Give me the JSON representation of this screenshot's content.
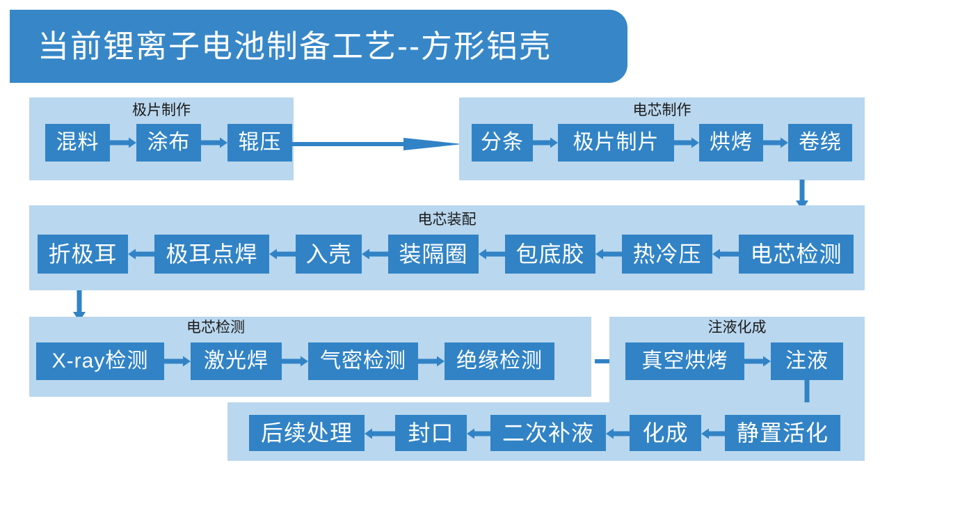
{
  "title": {
    "text": "当前锂离子电池制备工艺--方形铝壳",
    "background": "#3787C8",
    "color": "#FFFFFF"
  },
  "colors": {
    "panel": "#B9D7EE",
    "node": "#3183C6",
    "node_text": "#FFFFFF",
    "arrow": "#3183C6",
    "label_text": "#1A1A1A",
    "page_background": "#FFFFFF"
  },
  "groups": [
    {
      "id": "electrode-fabrication",
      "label": "极片制作",
      "nodes": [
        "混料",
        "涂布",
        "辊压"
      ]
    },
    {
      "id": "cell-fabrication",
      "label": "电芯制作",
      "nodes": [
        "分条",
        "极片制片",
        "烘烤",
        "卷绕"
      ]
    },
    {
      "id": "cell-assembly",
      "label": "电芯装配",
      "nodes": [
        "折极耳",
        "极耳点焊",
        "入壳",
        "装隔圈",
        "包底胶",
        "热冷压",
        "电芯检测"
      ]
    },
    {
      "id": "cell-inspection",
      "label": "电芯检测",
      "nodes": [
        "X-ray检测",
        "激光焊",
        "气密检测",
        "绝缘检测"
      ]
    },
    {
      "id": "electrolyte-formation",
      "label": "注液化成",
      "nodes": [
        "真空烘烤",
        "注液",
        "静置活化",
        "化成",
        "二次补液",
        "封口",
        "后续处理"
      ]
    }
  ],
  "nodes": {
    "hunliao": "混料",
    "tubu": "涂布",
    "gunya": "辊压",
    "fentiao": "分条",
    "jipianzhipian": "极片制片",
    "honghao": "烘烤",
    "juanrao": "卷绕",
    "zhejier": "折极耳",
    "jierdianhan": "极耳点焊",
    "ruke": "入壳",
    "zhuanggequan": "装隔圈",
    "baodijiao": "包底胶",
    "relengya": "热冷压",
    "dianxinjiance": "电芯检测",
    "xraycheck": "X-ray检测",
    "jiguanghan": "激光焊",
    "qimijiance": "气密检测",
    "jueyuanjiance": "绝缘检测",
    "zhenkonghonghao": "真空烘烤",
    "zhuye": "注液",
    "jingzhihuohua": "静置活化",
    "huacheng": "化成",
    "erciBuye": "二次补液",
    "fengkou": "封口",
    "houxuchuli": "后续处理"
  },
  "group_labels": {
    "jipianzhizuo": "极片制作",
    "dianxinzhizuo": "电芯制作",
    "dianxinzhuangpei": "电芯装配",
    "dianxinjiance": "电芯检测",
    "zhuyehuacheng": "注液化成"
  }
}
